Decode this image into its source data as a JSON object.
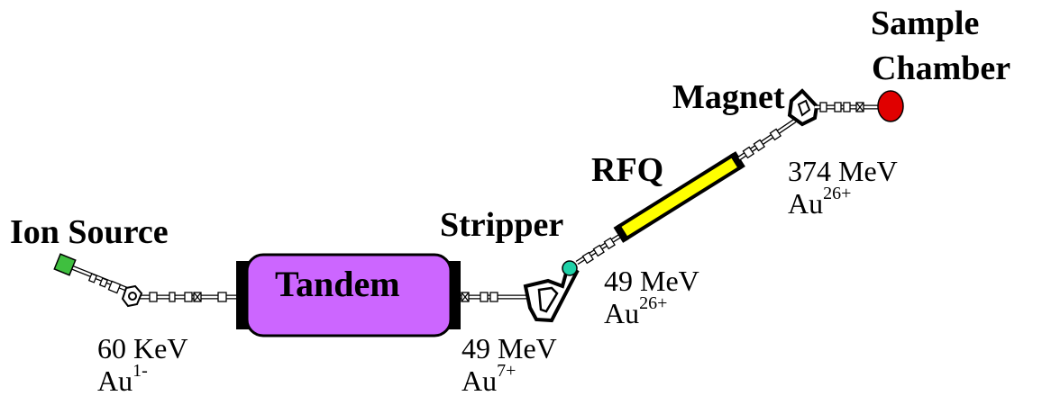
{
  "labels": {
    "ion_source": "Ion Source",
    "tandem": "Tandem",
    "stripper": "Stripper",
    "rfq": "RFQ",
    "magnet": "Magnet",
    "sample_line1": "Sample",
    "sample_line2": "Chamber"
  },
  "beam_states": [
    {
      "energy": "60 KeV",
      "ion": "Au",
      "charge": "1-"
    },
    {
      "energy": "49 MeV",
      "ion": "Au",
      "charge": "7+"
    },
    {
      "energy": "49 MeV",
      "ion": "Au",
      "charge": "26+"
    },
    {
      "energy": "374 MeV",
      "ion": "Au",
      "charge": "26+"
    }
  ],
  "colors": {
    "ion_source": "#3fbf3f",
    "tandem": "#cc66ff",
    "stripper": "#1fd1a8",
    "rfq": "#ffff00",
    "sample_chamber": "#e00000",
    "outline": "#000000"
  }
}
